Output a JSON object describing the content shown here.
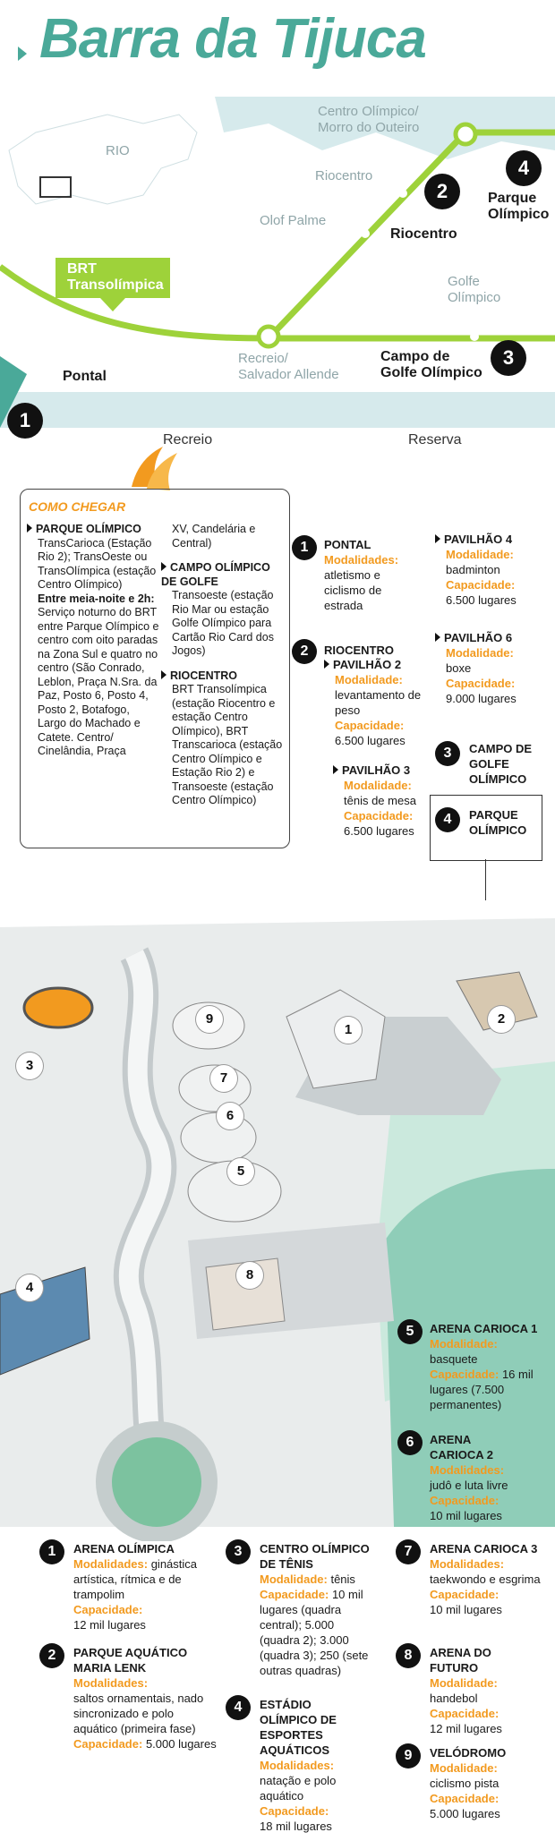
{
  "title": "Barra da Tijuca",
  "map": {
    "labels": {
      "rio": "RIO",
      "centro_olimpico": "Centro Olímpico/\nMorro do Outeiro",
      "riocentro_top": "Riocentro",
      "olof_palme": "Olof Palme",
      "riocentro_dark": "Riocentro",
      "parque_olimpico": "Parque\nOlímpico",
      "golfe_olimpico": "Golfe\nOlímpico",
      "brt": "BRT\nTransolímpica",
      "recreio_allende": "Recreio/\nSalvador Allende",
      "campo_golfe": "Campo de\nGolfe Olímpico",
      "pontal": "Pontal",
      "recreio": "Recreio",
      "reserva": "Reserva"
    },
    "markers": [
      "1",
      "2",
      "3",
      "4"
    ]
  },
  "como_chegar": {
    "heading": "COMO CHEGAR",
    "col1": {
      "parque_h": "PARQUE OLÍMPICO",
      "parque_t": "TransCarioca (Estação Rio 2); TransOeste ou TransOlímpica (estação Centro Olímpico)",
      "noite_h": "Entre meia-noite e 2h:",
      "noite_t": " Serviço noturno do BRT entre Parque Olímpico e centro com oito paradas na Zona Sul e quatro no centro (São Conrado, Leblon, Praça N.Sra. da Paz, Posto 6, Posto 4, Posto 2, Botafogo, Largo do Machado e Catete. Centro/ Cinelândia, Praça"
    },
    "col2": {
      "cont": "XV, Candelária e Central)",
      "golfe_h": "CAMPO OLÍMPICO DE GOLFE",
      "golfe_t": "Transoeste (estação Rio Mar ou estação Golfe Olímpico para Cartão Rio Card dos Jogos)",
      "rio_h": "RIOCENTRO",
      "rio_t": "BRT Transolímpica (estação Riocentro e estação Centro Olímpico), BRT Transcarioca (estação Centro Olímpico e Estação Rio 2) e Transoeste  (estação Centro Olímpico)"
    }
  },
  "venues_top": {
    "pontal": {
      "num": "1",
      "name": "PONTAL",
      "mod_label": "Modalidades:",
      "mod": "atletismo e ciclismo de estrada"
    },
    "riocentro": {
      "num": "2",
      "name": "RIOCENTRO"
    },
    "pav2": {
      "name": "PAVILHÃO 2",
      "mod_label": "Modalidade:",
      "mod": "levantamento de peso",
      "cap_label": "Capacidade:",
      "cap": "6.500 lugares"
    },
    "pav3": {
      "name": "PAVILHÃO 3",
      "mod_label": "Modalidade:",
      "mod": "tênis de mesa",
      "cap_label": "Capacidade:",
      "cap": "6.500 lugares"
    },
    "pav4": {
      "name": "PAVILHÃO 4",
      "mod_label": "Modalidade:",
      "mod": "badminton",
      "cap_label": "Capacidade:",
      "cap": "6.500 lugares"
    },
    "pav6": {
      "name": "PAVILHÃO 6",
      "mod_label": "Modalidade:",
      "mod": "boxe",
      "cap_label": "Capacidade:",
      "cap": "9.000 lugares"
    },
    "campo": {
      "num": "3",
      "name": "CAMPO DE GOLFE OLÍMPICO"
    },
    "parque": {
      "num": "4",
      "name": "PARQUE OLÍMPICO"
    }
  },
  "park_markers": [
    "1",
    "2",
    "3",
    "4",
    "5",
    "6",
    "7",
    "8",
    "9"
  ],
  "venues_right": [
    {
      "num": "5",
      "name": "ARENA CARIOCA 1",
      "mod_label": "Modalidade:",
      "mod": "basquete",
      "cap_label": "Capacidade:",
      "cap": "16 mil lugares (7.500 permanentes)"
    },
    {
      "num": "6",
      "name": "ARENA CARIOCA 2",
      "mod_label": "Modalidades:",
      "mod": "judô e luta livre",
      "cap_label": "Capacidade:",
      "cap": "10 mil lugares"
    }
  ],
  "venues_bottom": {
    "v1": {
      "num": "1",
      "name": "ARENA OLÍMPICA",
      "mod_label": "Modalidades:",
      "mod": "ginástica artística, rítmica e de trampolim",
      "cap_label": "Capacidade:",
      "cap": "12 mil lugares"
    },
    "v2": {
      "num": "2",
      "name": "PARQUE AQUÁTICO MARIA LENK",
      "mod_label": "Modalidades:",
      "mod": "saltos ornamentais, nado sincronizado e polo aquático (primeira fase)",
      "cap_label": "Capacidade:",
      "cap": "5.000 lugares"
    },
    "v3": {
      "num": "3",
      "name": "CENTRO OLÍMPICO DE TÊNIS",
      "mod_label": "Modalidade:",
      "mod": "tênis",
      "cap_label": "Capacidade:",
      "cap": "10 mil lugares (quadra central); 5.000 (quadra 2); 3.000 (quadra 3); 250 (sete outras quadras)"
    },
    "v4": {
      "num": "4",
      "name": "ESTÁDIO OLÍMPICO DE ESPORTES AQUÁTICOS",
      "mod_label": "Modalidades:",
      "mod": "natação e polo aquático",
      "cap_label": "Capacidade:",
      "cap": "18 mil lugares"
    },
    "v7": {
      "num": "7",
      "name": "ARENA CARIOCA 3",
      "mod_label": "Modalidades:",
      "mod": "taekwondo e esgrima",
      "cap_label": "Capacidade:",
      "cap": "10 mil lugares"
    },
    "v8": {
      "num": "8",
      "name": "ARENA DO FUTURO",
      "mod_label": "Modalidade:",
      "mod": "handebol",
      "cap_label": "Capacidade:",
      "cap": "12 mil lugares"
    },
    "v9": {
      "num": "9",
      "name": "VELÓDROMO",
      "mod_label": "Modalidade:",
      "mod": "ciclismo pista",
      "cap_label": "Capacidade:",
      "cap": "5.000 lugares"
    }
  },
  "colors": {
    "title": "#4aa999",
    "line": "#9ed23a",
    "orange": "#f29a1f",
    "water": "#d9ecee"
  }
}
